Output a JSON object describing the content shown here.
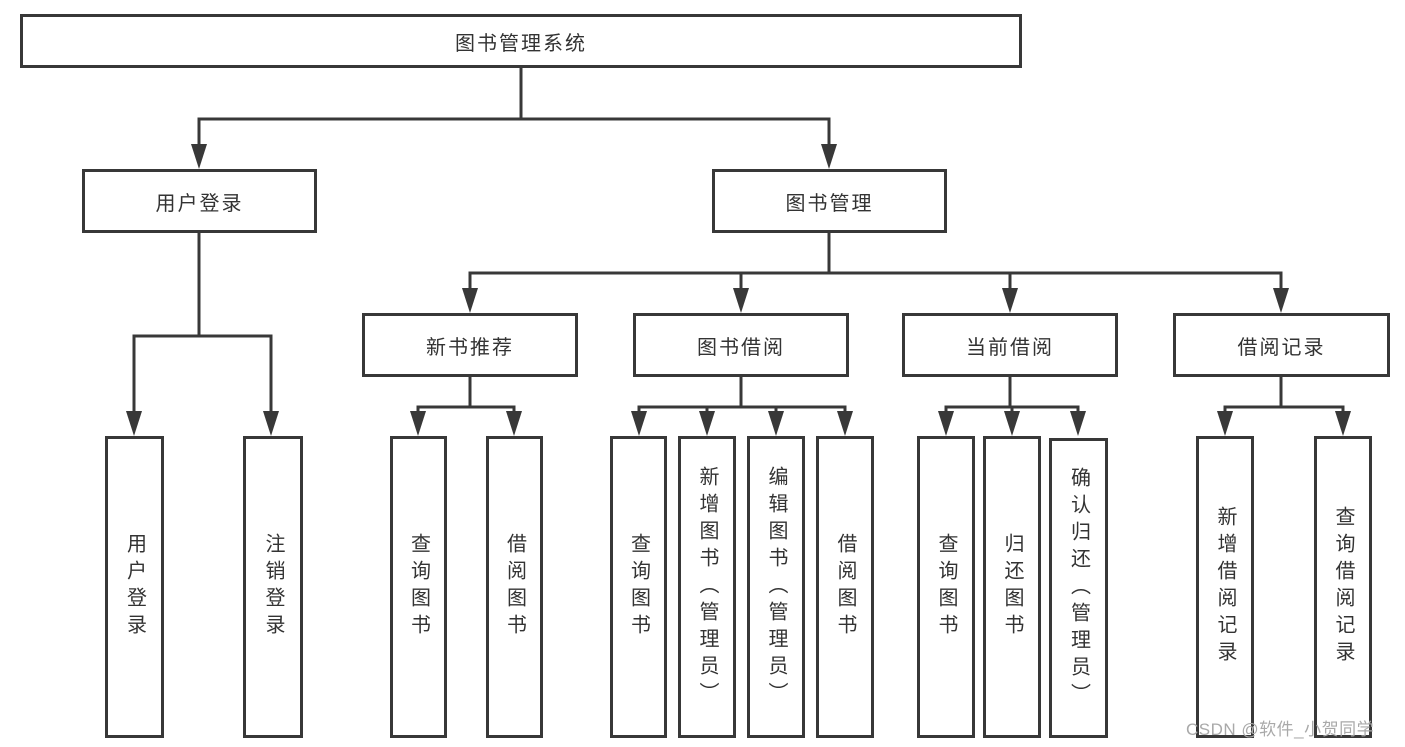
{
  "diagram": {
    "title": "图书管理系统",
    "colors": {
      "line": "#383838",
      "box_border": "#383838",
      "text": "#333333",
      "background": "#ffffff",
      "watermark": "#a9a9a9"
    },
    "nodes": {
      "root": "图书管理系统",
      "userLogin": "用户登录",
      "bookMgmt": "图书管理",
      "newBooks": "新书推荐",
      "bookBorrow": "图书借阅",
      "currentBorrow": "当前借阅",
      "borrowRecords": "借阅记录",
      "leafUserLogin": "用户登录",
      "leafLogout": "注销登录",
      "leafNbQuery": "查询图书",
      "leafNbBorrow": "借阅图书",
      "leafBbQuery": "查询图书",
      "leafBbAdd": "新增图书（管理员）",
      "leafBbEdit": "编辑图书（管理员）",
      "leafBbBorrow": "借阅图书",
      "leafCbQuery": "查询图书",
      "leafCbReturn": "归还图书",
      "leafCbConfirm": "确认归还（管理员）",
      "leafBrAdd": "新增借阅记录",
      "leafBrQuery": "查询借阅记录"
    }
  },
  "watermark": {
    "text": "CSDN @软件_小贺同学"
  }
}
